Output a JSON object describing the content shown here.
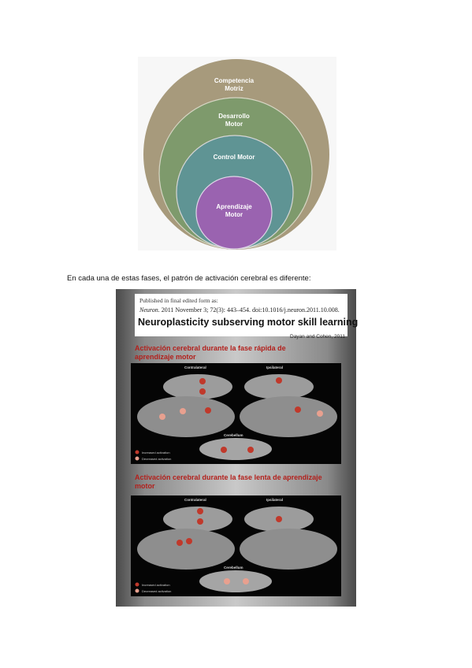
{
  "diagram": {
    "levels": [
      {
        "label_line1": "Competencia",
        "label_line2": "Motriz",
        "color": "#a79a7c"
      },
      {
        "label_line1": "Desarrollo",
        "label_line2": "Motor",
        "color": "#7e9a6c"
      },
      {
        "label_line1": "Control Motor",
        "label_line2": "",
        "color": "#5f9494"
      },
      {
        "label_line1": "Aprendizaje",
        "label_line2": "Motor",
        "color": "#9a63b0"
      }
    ]
  },
  "caption": "En cada una de estas fases, el patrón de activación cerebral es diferente:",
  "figure": {
    "published_line": "Published in final edited form as:",
    "journal": "Neuron.",
    "citation": " 2011 November 3; 72(3): 443–454. doi:10.1016/j.neuron.2011.10.008.",
    "article_title": "Neuroplasticity subserving motor skill learning",
    "credit": "Dayan and Cohen, 2011",
    "fast_phase_title": "Activación cerebral durante la fase rápida de aprendizaje motor",
    "slow_phase_title": "Activación cerebral durante la fase lenta de aprendizaje motor",
    "contralateral": "Contralateral",
    "ipsilateral": "Ipsilateral",
    "cerebellum": "Cerebellum",
    "legend_increased": "Increased activation",
    "legend_decreased": "Decreased activation"
  }
}
